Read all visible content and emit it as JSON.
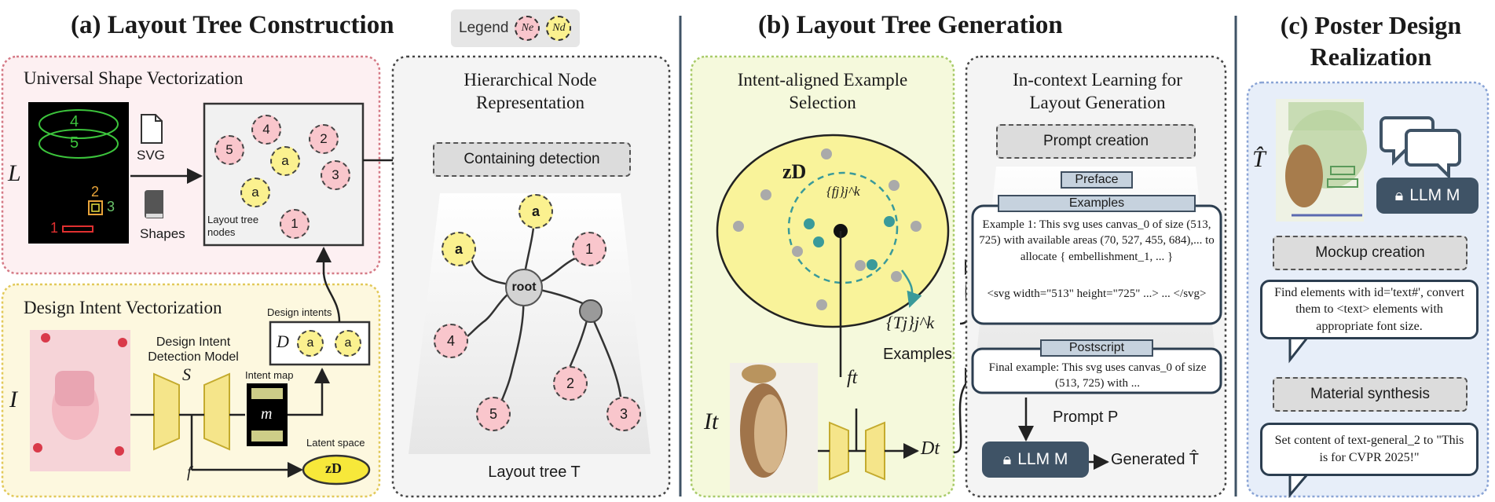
{
  "section_a": {
    "title": "(a) Layout Tree Construction",
    "legend_label": "Legend",
    "legend_ne": "Ne",
    "legend_nd": "Nd",
    "shape_vec_title": "Universal Shape Vectorization",
    "input_L": "L",
    "svg_label": "SVG",
    "shapes_label": "Shapes",
    "layout_tree_nodes": "Layout tree nodes",
    "hier_title": "Hierarchical Node Representation",
    "containing_detection": "Containing detection",
    "layout_tree_caption": "Layout tree T",
    "intent_title": "Design Intent Vectorization",
    "input_I": "I",
    "model_label": "Design Intent Detection Model",
    "model_symbol": "S",
    "intent_map_label": "Intent map",
    "intent_map_symbol": "m",
    "design_intents_label": "Design intents",
    "design_intents_symbol": "D",
    "latent_label": "Latent space",
    "latent_symbol": "zD",
    "f_label": "f"
  },
  "section_b": {
    "title": "(b) Layout Tree Generation",
    "selection_title": "Intent-aligned Example Selection",
    "zd_label": "zD",
    "fj_label": "{fj}j^k",
    "Tj_label": "{Tj}j^k",
    "examples_label": "Examples",
    "ft_label": "ft",
    "It_label": "It",
    "Dt_label": "Dt",
    "icl_title": "In-context Learning for Layout Generation",
    "prompt_creation": "Prompt creation",
    "preface": "Preface",
    "examples_hdr": "Examples",
    "example1_text": "Example 1: This svg uses canvas_0 of size (513, 725) with available areas (70, 527, 455, 684),... to allocate { embellishment_1, ... }",
    "example1_code": "<svg width=\"513\" height=\"725\" ...> ... </svg>",
    "postscript": "Postscript",
    "final_example": "Final example: This svg uses canvas_0 of size (513, 725) with ...",
    "prompt_label": "Prompt P",
    "llm_label": "LLM M",
    "generated_label": "Generated T̂"
  },
  "section_c": {
    "title_line1": "(c) Poster Design",
    "title_line2": "Realization",
    "T_hat": "T̂",
    "llm_label": "LLM M",
    "mockup_creation": "Mockup creation",
    "mockup_text": "Find elements with id='text#', convert them to <text> elements with appropriate font size.",
    "material_synthesis": "Material synthesis",
    "material_text": "Set content of text-general_2 to \"This is for CVPR 2025!\""
  },
  "nodes_a": [
    "4",
    "5",
    "2",
    "3",
    "1"
  ],
  "layout_nodes": [
    "4",
    "2",
    "5",
    "a",
    "3",
    "a",
    "1"
  ],
  "tree_nodes": [
    "a",
    "a",
    "1",
    "root",
    "4",
    "2",
    "5",
    "3"
  ],
  "colors": {
    "pink_panel": "#fdf0f2",
    "pink_border": "#d57a86",
    "yellow_panel": "#fdf8df",
    "yellow_border": "#e2c95a",
    "green_panel": "#f5f9dc",
    "green_border": "#a9cb6a",
    "blue_panel": "#e7eef9",
    "blue_border": "#8aa4d6",
    "node_pink": "#f9c6cc",
    "node_yellow": "#fbf18f",
    "dark_slate": "#3f5366"
  }
}
